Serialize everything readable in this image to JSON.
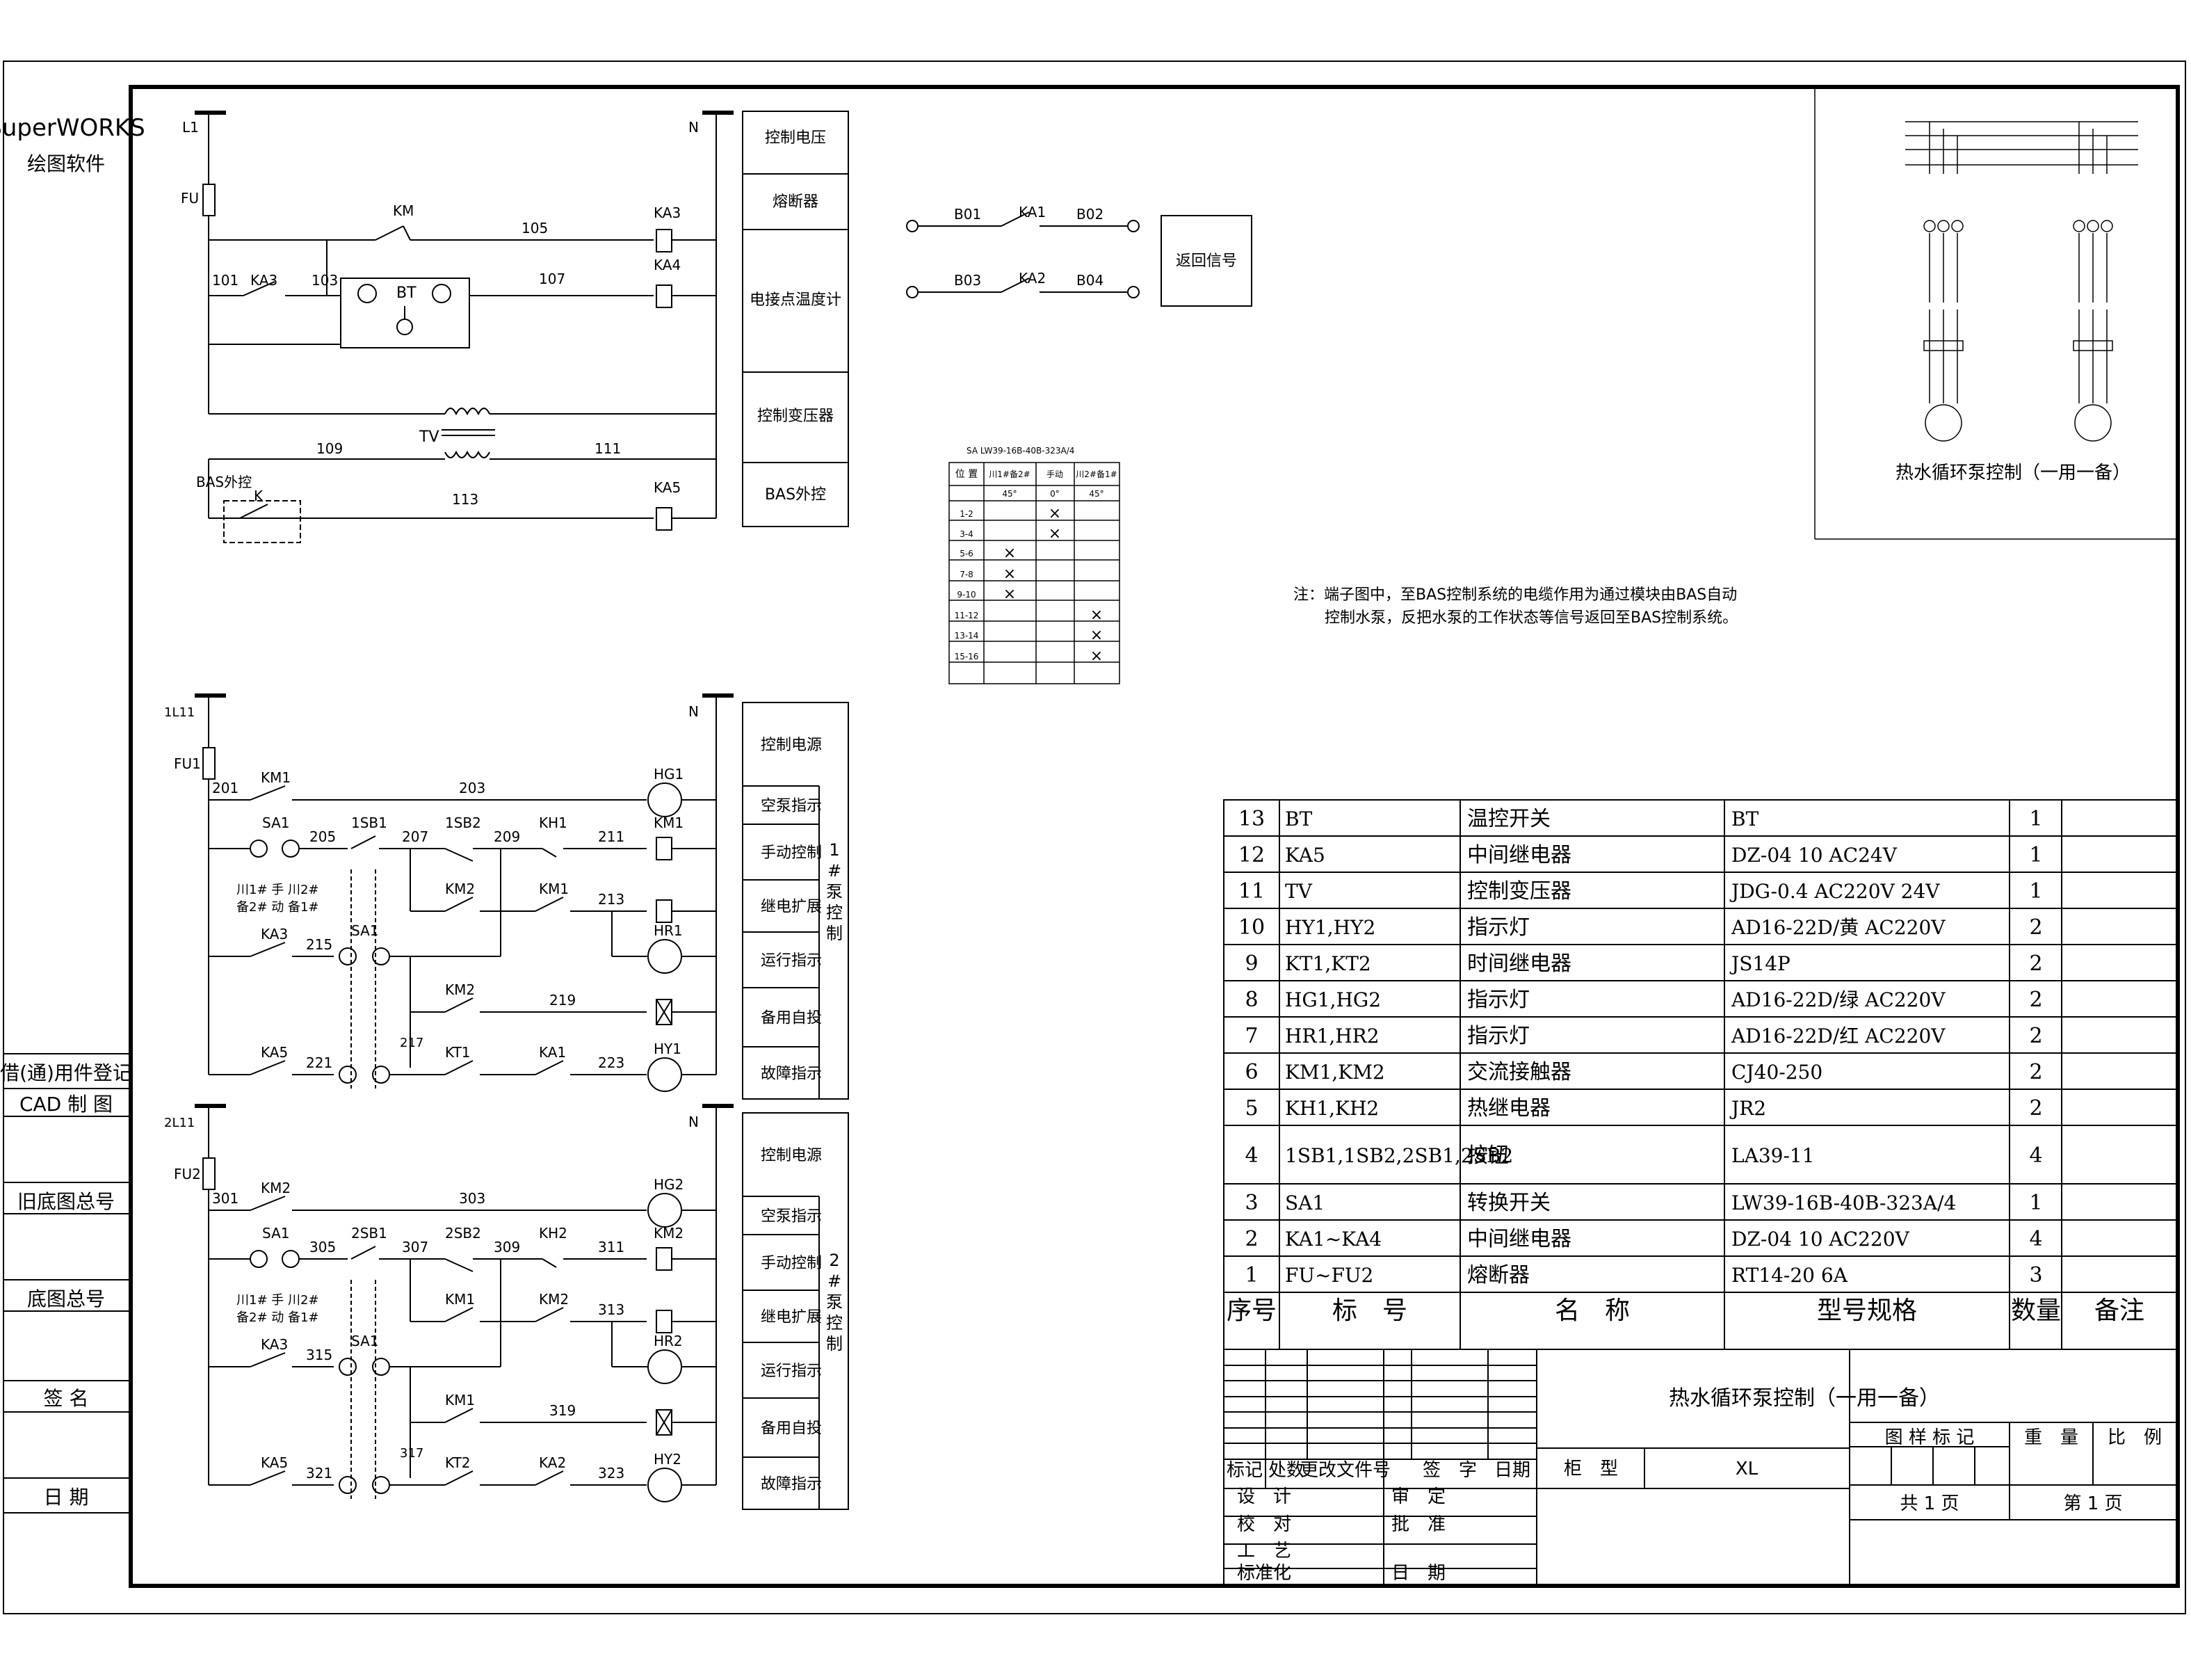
{
  "software": {
    "name": "SuperWORKS",
    "subtitle": "绘图软件"
  },
  "left_panel": [
    "借(通)用件登记",
    "CAD 制 图",
    "旧底图总号",
    "底图总号",
    "签 名",
    "日 期"
  ],
  "upper_circuit": {
    "labels": {
      "L1": "L1",
      "N": "N",
      "FU": "FU",
      "KM": "KM",
      "KA3": "KA3",
      "KA4": "KA4",
      "KA5": "KA5",
      "BT": "BT",
      "TV": "TV",
      "BAS": "BAS外控",
      "K": "K"
    },
    "wires": {
      "w101": "101",
      "w103": "103",
      "w105": "105",
      "w107": "107",
      "w109": "109",
      "w111": "111",
      "w113": "113"
    },
    "blocks": [
      "控制电压",
      "熔断器",
      "电接点温度计",
      "控制变压器",
      "BAS外控"
    ]
  },
  "signal": {
    "terminals": [
      "B01",
      "B02",
      "B03",
      "B04"
    ],
    "contacts": [
      "KA1",
      "KA2"
    ],
    "label": "返回信号"
  },
  "switch_table": {
    "caption": "SA LW39-16B-40B-323A/4",
    "headers": [
      "位 置",
      "川1#备2#",
      "手动",
      "川2#备1#"
    ],
    "angles": [
      "45°",
      "0°",
      "45°"
    ],
    "rows": [
      {
        "contact": "1-2",
        "marks": [
          false,
          true,
          false
        ]
      },
      {
        "contact": "3-4",
        "marks": [
          false,
          true,
          false
        ]
      },
      {
        "contact": "5-6",
        "marks": [
          true,
          false,
          false
        ]
      },
      {
        "contact": "7-8",
        "marks": [
          true,
          false,
          false
        ]
      },
      {
        "contact": "9-10",
        "marks": [
          true,
          false,
          false
        ]
      },
      {
        "contact": "11-12",
        "marks": [
          false,
          false,
          true
        ]
      },
      {
        "contact": "13-14",
        "marks": [
          false,
          false,
          true
        ]
      },
      {
        "contact": "15-16",
        "marks": [
          false,
          false,
          true
        ]
      }
    ]
  },
  "note": {
    "line1": "注：端子图中，至BAS控制系统的电缆作用为通过模块由BAS自动",
    "line2": "控制水泵，反把水泵的工作状态等信号返回至BAS控制系统。"
  },
  "thumbnail": {
    "caption": "热水循环泵控制（一用一备）"
  },
  "pump1": {
    "fuse": "FU1",
    "supply": "1L11",
    "wires": [
      "201",
      "203",
      "205",
      "207",
      "209",
      "211",
      "213",
      "215",
      "217",
      "219",
      "221",
      "223"
    ],
    "components": [
      "KM1",
      "SA1",
      "1SB1",
      "1SB2",
      "KH1",
      "KA3",
      "KA5",
      "KT1",
      "KA1",
      "HG1",
      "HR1",
      "HY1",
      "KM2"
    ],
    "sa_legend": [
      "川1# 手 川2#",
      "备2# 动 备1#"
    ],
    "blocks": [
      "控制电源",
      "空泵指示",
      "手动控制",
      "继电扩展",
      "运行指示",
      "备用自投",
      "故障指示"
    ],
    "side": "1#泵控制"
  },
  "pump2": {
    "fuse": "FU2",
    "supply": "2L11",
    "wires": [
      "301",
      "303",
      "305",
      "307",
      "309",
      "311",
      "313",
      "315",
      "317",
      "319",
      "321",
      "323"
    ],
    "components": [
      "KM2",
      "SA1",
      "2SB1",
      "2SB2",
      "KH2",
      "KA3",
      "KA5",
      "KT2",
      "KA2",
      "HG2",
      "HR2",
      "HY2",
      "KM1",
      "KT2"
    ],
    "sa_legend": [
      "川1# 手 川2#",
      "备2# 动 备1#"
    ],
    "blocks": [
      "控制电源",
      "空泵指示",
      "手动控制",
      "继电扩展",
      "运行指示",
      "备用自投",
      "故障指示"
    ],
    "side": "2#泵控制"
  },
  "bom": {
    "headers": [
      "序号",
      "标　号",
      "名　称",
      "型号规格",
      "数量",
      "备注"
    ],
    "rows": [
      {
        "no": "13",
        "tag": "BT",
        "name": "温控开关",
        "spec": "BT",
        "qty": "1"
      },
      {
        "no": "12",
        "tag": "KA5",
        "name": "中间继电器",
        "spec": "DZ-04 10 AC24V",
        "qty": "1"
      },
      {
        "no": "11",
        "tag": "TV",
        "name": "控制变压器",
        "spec": "JDG-0.4 AC220V 24V",
        "qty": "1"
      },
      {
        "no": "10",
        "tag": "HY1,HY2",
        "name": "指示灯",
        "spec": "AD16-22D/黄 AC220V",
        "qty": "2"
      },
      {
        "no": "9",
        "tag": "KT1,KT2",
        "name": "时间继电器",
        "spec": "JS14P",
        "qty": "2"
      },
      {
        "no": "8",
        "tag": "HG1,HG2",
        "name": "指示灯",
        "spec": "AD16-22D/绿 AC220V",
        "qty": "2"
      },
      {
        "no": "7",
        "tag": "HR1,HR2",
        "name": "指示灯",
        "spec": "AD16-22D/红 AC220V",
        "qty": "2"
      },
      {
        "no": "6",
        "tag": "KM1,KM2",
        "name": "交流接触器",
        "spec": "CJ40-250",
        "qty": "2"
      },
      {
        "no": "5",
        "tag": "KH1,KH2",
        "name": "热继电器",
        "spec": "JR2",
        "qty": "2"
      },
      {
        "no": "4",
        "tag": "1SB1,1SB2,2SB1,2SB2",
        "name": "按钮",
        "spec": "LA39-11",
        "qty": "4"
      },
      {
        "no": "3",
        "tag": "SA1",
        "name": "转换开关",
        "spec": "LW39-16B-40B-323A/4",
        "qty": "1"
      },
      {
        "no": "2",
        "tag": "KA1~KA4",
        "name": "中间继电器",
        "spec": "DZ-04 10 AC220V",
        "qty": "4"
      },
      {
        "no": "1",
        "tag": "FU~FU2",
        "name": "熔断器",
        "spec": "RT14-20 6A",
        "qty": "3"
      }
    ]
  },
  "title_block": {
    "title": "热水循环泵控制（一用一备）",
    "rev_headers": [
      "标记",
      "处数",
      "更改文件号",
      "签　字",
      "日期"
    ],
    "cabinet_label": "柜　型",
    "cabinet_value": "XL",
    "mark_label": "图 样 标 记",
    "weight_label": "重　量",
    "scale_label": "比　例",
    "total_pages": "共 1 页",
    "page": "第 1 页",
    "roles_left": [
      "设　计",
      "校　对",
      "工　艺",
      "标准化"
    ],
    "roles_right": [
      "审　定",
      "批　准",
      "",
      "日　期"
    ]
  }
}
